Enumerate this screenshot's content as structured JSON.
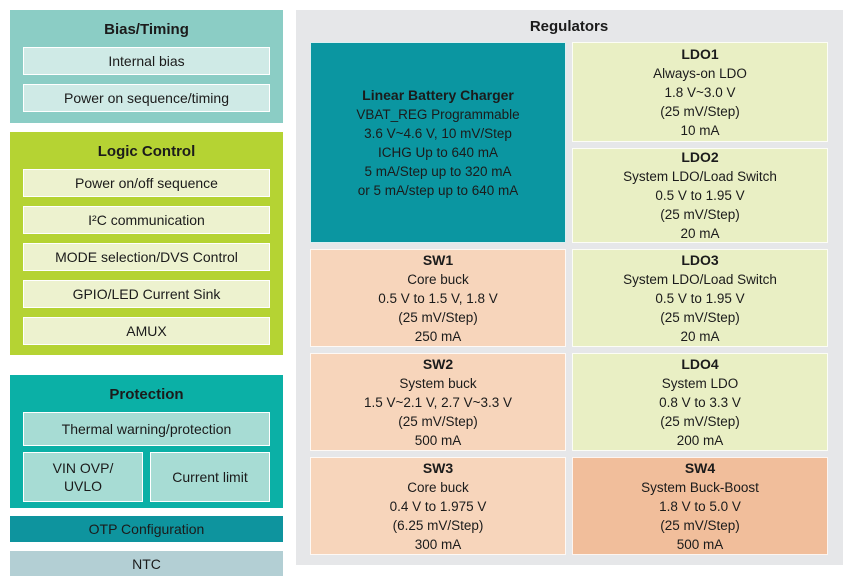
{
  "colors": {
    "bias_header": "#8BCDC5",
    "bias_item": "#CFEAE6",
    "logic_header": "#B5D333",
    "logic_item": "#EDF2CF",
    "protection_header": "#0BB0A6",
    "protection_item": "#A7DCD4",
    "otp_bar": "#0E949E",
    "ntc_bar": "#B3CFD4",
    "panel_bg": "#E6E7E9",
    "charger_bg": "#0B96A1",
    "ldo_tile": "#E9EFC4",
    "sw_tile": "#F7D5BB",
    "sw4_tile": "#F1BE9B",
    "text": "#1B1B1B"
  },
  "left_column": {
    "bias_timing": {
      "title": "Bias/Timing",
      "items": [
        "Internal bias",
        "Power on sequence/timing"
      ]
    },
    "logic_control": {
      "title": "Logic Control",
      "items": [
        "Power on/off sequence",
        "I²C communication",
        "MODE selection/DVS Control",
        "GPIO/LED Current Sink",
        "AMUX"
      ]
    },
    "protection": {
      "title": "Protection",
      "thermal": "Thermal warning/protection",
      "vin_ovp_uvlo": "VIN OVP/\nUVLO",
      "current_limit": "Current limit"
    },
    "otp_label": "OTP Configuration",
    "ntc_label": "NTC"
  },
  "regulators": {
    "title": "Regulators",
    "charger": {
      "name": "Linear Battery Charger",
      "lines": [
        "VBAT_REG Programmable",
        "3.6 V~4.6 V, 10 mV/Step",
        "ICHG Up to 640 mA",
        "5 mA/Step up to 320 mA",
        "or 5 mA/step up to 640 mA"
      ]
    },
    "tiles": [
      {
        "name": "LDO1",
        "lines": [
          "Always-on LDO",
          "1.8 V~3.0 V",
          "(25 mV/Step)",
          "10 mA"
        ]
      },
      {
        "name": "LDO2",
        "lines": [
          "System LDO/Load Switch",
          "0.5 V to 1.95 V",
          "(25 mV/Step)",
          "20 mA"
        ]
      },
      {
        "name": "SW1",
        "lines": [
          "Core buck",
          "0.5 V to 1.5 V, 1.8 V",
          "(25 mV/Step)",
          "250 mA"
        ]
      },
      {
        "name": "LDO3",
        "lines": [
          "System LDO/Load Switch",
          "0.5 V to 1.95 V",
          "(25 mV/Step)",
          "20 mA"
        ]
      },
      {
        "name": "SW2",
        "lines": [
          "System buck",
          "1.5 V~2.1 V, 2.7 V~3.3 V",
          "(25 mV/Step)",
          "500 mA"
        ]
      },
      {
        "name": "LDO4",
        "lines": [
          "System LDO",
          "0.8 V to 3.3 V",
          "(25 mV/Step)",
          "200 mA"
        ]
      },
      {
        "name": "SW3",
        "lines": [
          "Core buck",
          "0.4 V to 1.975 V",
          "(6.25 mV/Step)",
          "300 mA"
        ]
      },
      {
        "name": "SW4",
        "lines": [
          "System Buck-Boost",
          "1.8 V to 5.0 V",
          "(25 mV/Step)",
          "500 mA"
        ]
      }
    ]
  }
}
